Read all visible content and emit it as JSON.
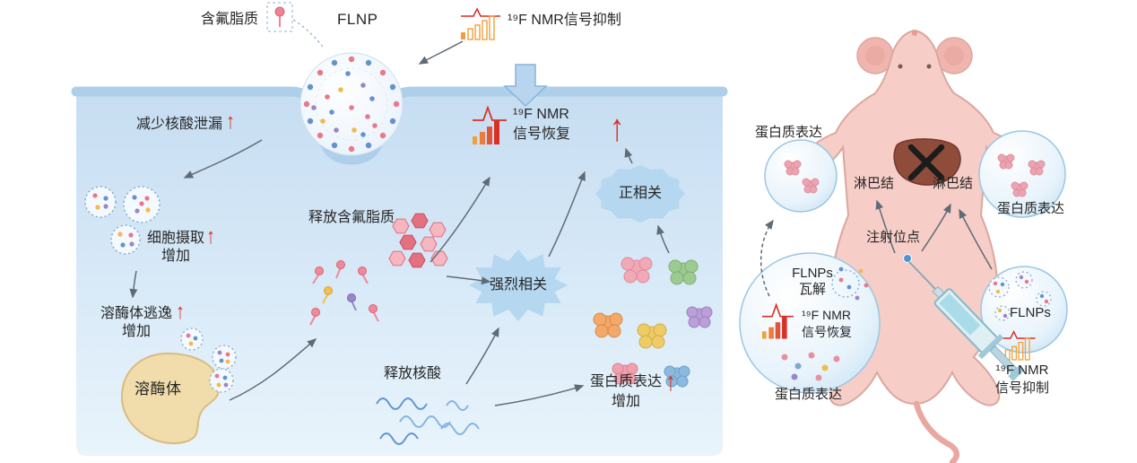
{
  "icons": {
    "up_arrow": "↑"
  },
  "colors": {
    "accent_red": "#d93025",
    "accent_orange": "#f0a03c",
    "cell_blue": "#cfe4f4",
    "membrane_blue": "#adcfea",
    "correlation_blue": "#b5d7ef",
    "lysosome_beige": "#f1dcab",
    "mouse_pink": "#f6cdc7"
  },
  "top": {
    "lipid_label": "含氟脂质",
    "flnp_label": "FLNP",
    "nmr_suppressed": "¹⁹F NMR信号抑制"
  },
  "cell": {
    "reduce_leakage": "减少核酸泄漏",
    "nmr_recovery_line1": "¹⁹F NMR",
    "nmr_recovery_line2": "信号恢复",
    "uptake_line1": "细胞摄取",
    "uptake_line2": "增加",
    "escape_line1": "溶酶体逃逸",
    "escape_line2": "增加",
    "lysosome": "溶酶体",
    "release_lipids": "释放含氟脂质",
    "strong_correlation": "强烈相关",
    "positive_correlation": "正相关",
    "release_nucleic_acid": "释放核酸",
    "protein_line1": "蛋白质表达",
    "protein_line2": "增加"
  },
  "mouse": {
    "protein_top_left": "蛋白质表达",
    "lymph_left": "淋巴结",
    "lymph_right": "淋巴结",
    "protein_top_right": "蛋白质表达",
    "injection_site": "注射位点",
    "flnps_disintegrate_line1": "FLNPs",
    "flnps_disintegrate_line2": "瓦解",
    "nmr_recovery_line1": "¹⁹F NMR",
    "nmr_recovery_line2": "信号恢复",
    "protein_bottom": "蛋白质表达",
    "flnps": "FLNPs",
    "nmr_suppressed_line1": "¹⁹F NMR",
    "nmr_suppressed_line2": "信号抑制"
  }
}
